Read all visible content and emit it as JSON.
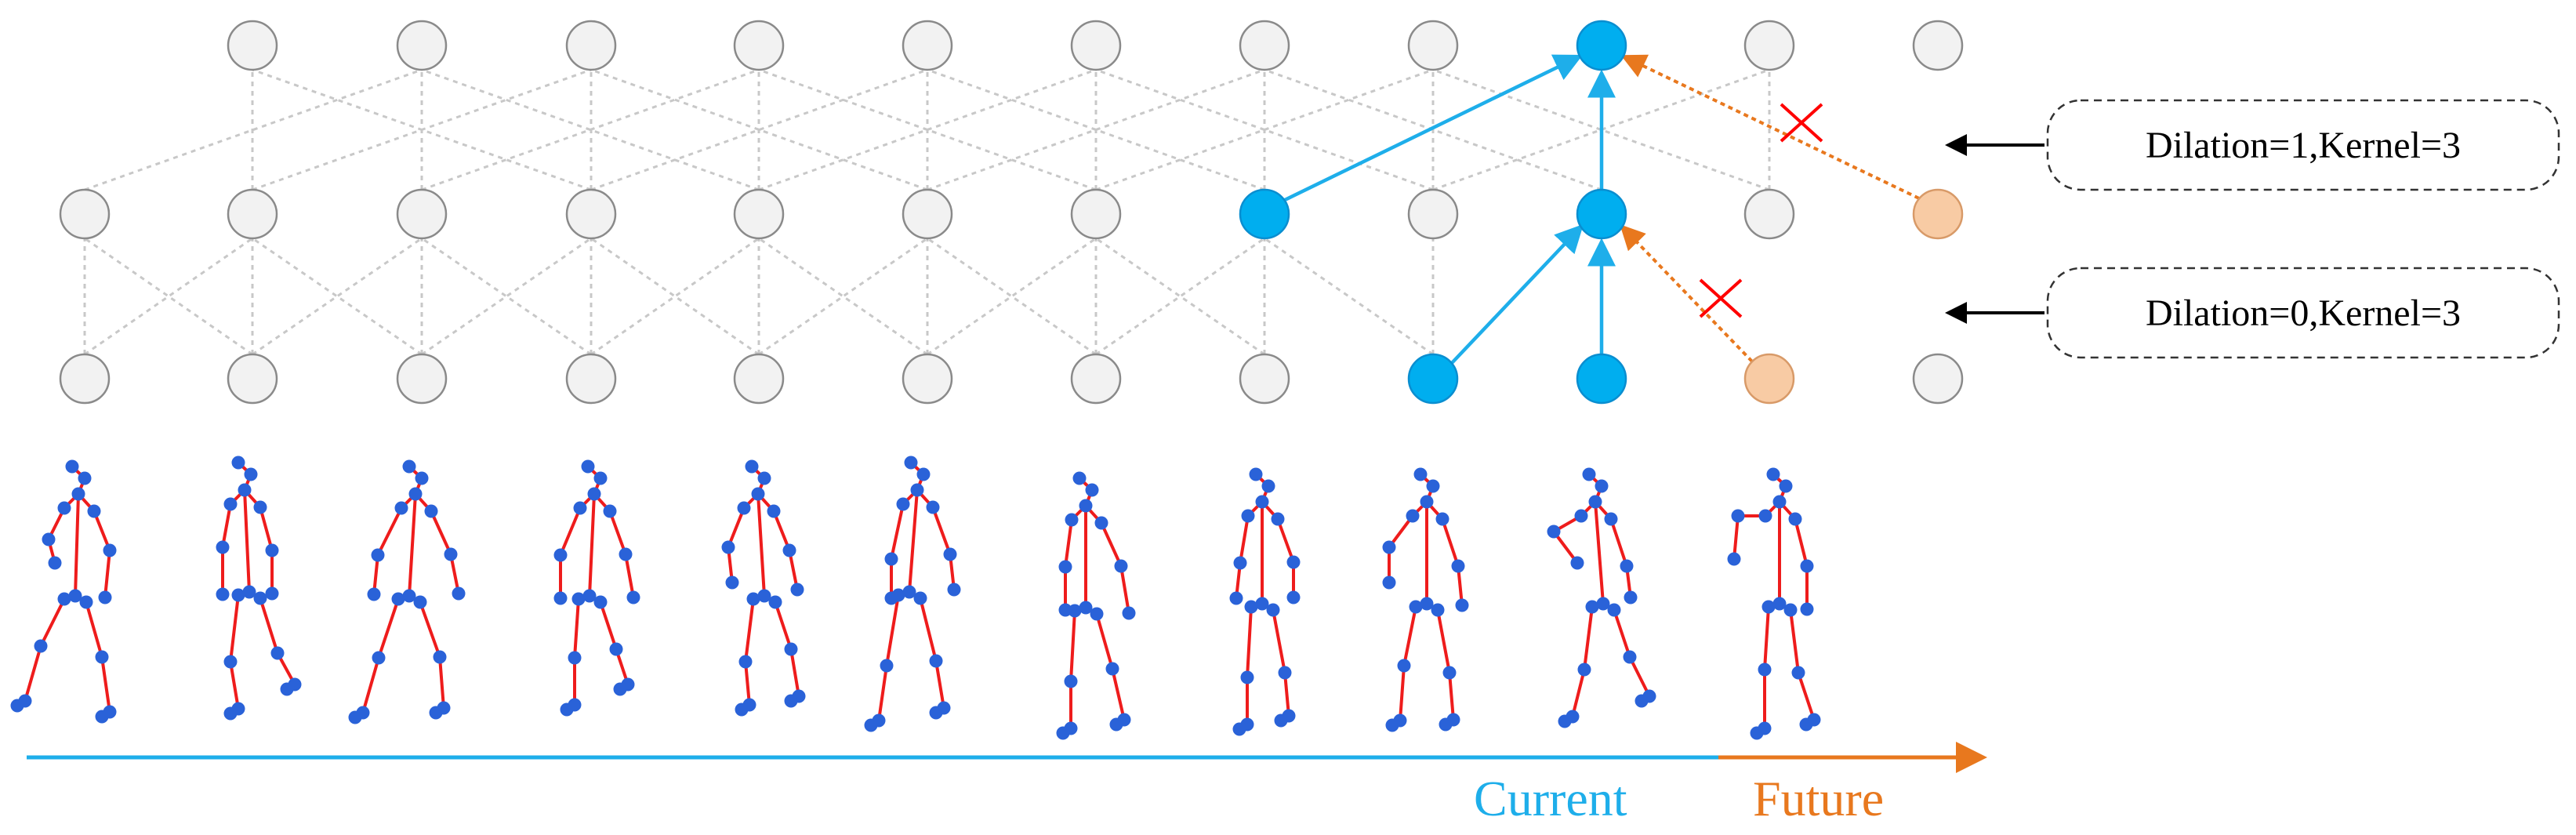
{
  "colors": {
    "node_inactive": "#f2f2f2",
    "node_active": "#00aeef",
    "node_future": "#f8cba4",
    "current": "#1eaeea",
    "future": "#e8781e",
    "skeleton_bone": "#ee1c1c",
    "skeleton_joint": "#2a62d8",
    "block_mark": "#ff0000"
  },
  "layers": {
    "top": {
      "active": [
        9
      ],
      "future": []
    },
    "middle": {
      "active": [
        7,
        9
      ],
      "future": [
        11
      ]
    },
    "bottom": {
      "active": [
        8,
        9
      ],
      "future": [
        10
      ]
    }
  },
  "callouts": {
    "upper": "Dilation=1,Kernel=3",
    "lower": "Dilation=0,Kernel=3"
  },
  "timeline": {
    "current_label": "Current",
    "future_label": "Future"
  },
  "skeleton_count": 11
}
